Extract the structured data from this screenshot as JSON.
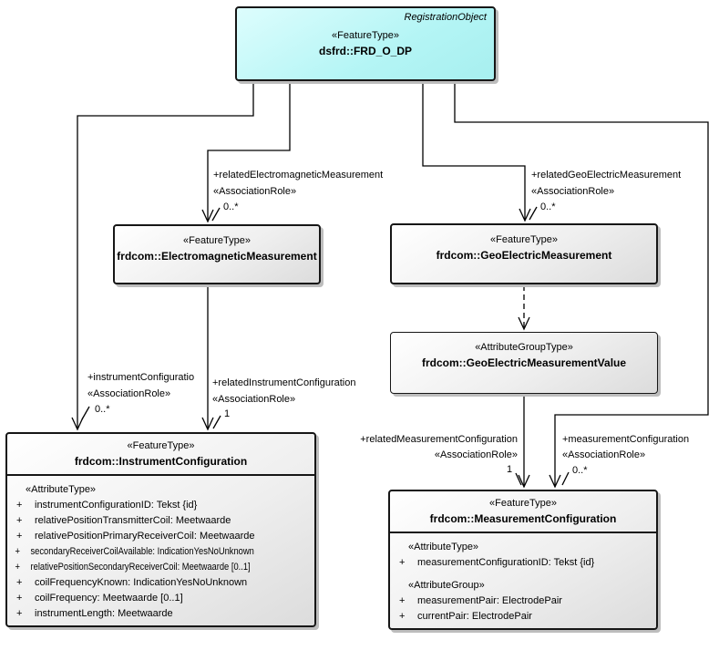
{
  "plus": "+",
  "colors": {
    "registration_fill": "#b4f5f5",
    "box_fill_gradient_end": "#dcdcdc",
    "border": "#161616",
    "shadow": "#bdbdbd"
  },
  "classes": {
    "frd_o_dp": {
      "annotation": "RegistrationObject",
      "stereotype": "«FeatureType»",
      "name": "dsfrd::FRD_O_DP"
    },
    "electromagnetic_measurement": {
      "stereotype": "«FeatureType»",
      "name": "frdcom::ElectromagneticMeasurement"
    },
    "geo_electric_measurement": {
      "stereotype": "«FeatureType»",
      "name": "frdcom::GeoElectricMeasurement"
    },
    "geo_electric_measurement_value": {
      "stereotype": "«AttributeGroupType»",
      "name": "frdcom::GeoElectricMeasurementValue"
    },
    "instrument_configuration": {
      "stereotype": "«FeatureType»",
      "name": "frdcom::InstrumentConfiguration",
      "section": "«AttributeType»",
      "attributes": [
        "instrumentConfigurationID: Tekst {id}",
        "relativePositionTransmitterCoil: Meetwaarde",
        "relativePositionPrimaryReceiverCoil: Meetwaarde",
        "secondaryReceiverCoilAvailable: IndicationYesNoUnknown",
        "relativePositionSecondaryReceiverCoil: Meetwaarde [0..1]",
        "coilFrequencyKnown: IndicationYesNoUnknown",
        "coilFrequency: Meetwaarde [0..1]",
        "instrumentLength: Meetwaarde"
      ]
    },
    "measurement_configuration": {
      "stereotype": "«FeatureType»",
      "name": "frdcom::MeasurementConfiguration",
      "attribute_type_section": "«AttributeType»",
      "attribute_type_items": [
        "measurementConfigurationID: Tekst {id}"
      ],
      "attribute_group_section": "«AttributeGroup»",
      "attribute_group_items": [
        "measurementPair: ElectrodePair",
        "currentPair: ElectrodePair"
      ]
    }
  },
  "associations": {
    "frd_to_instrument": {
      "role": "+instrumentConfiguratio",
      "stereotype": "«AssociationRole»",
      "multiplicity": "0..*"
    },
    "frd_to_electromagnetic": {
      "role": "+relatedElectromagneticMeasurement",
      "stereotype": "«AssociationRole»",
      "multiplicity": "0..*"
    },
    "frd_to_geoelectric": {
      "role": "+relatedGeoElectricMeasurement",
      "stereotype": "«AssociationRole»",
      "multiplicity": "0..*"
    },
    "frd_to_measurement": {
      "role": "+measurementConfiguration",
      "stereotype": "«AssociationRole»",
      "multiplicity": "0..*"
    },
    "em_to_instrument": {
      "role": "+relatedInstrumentConfiguration",
      "stereotype": "«AssociationRole»",
      "multiplicity": "1"
    },
    "value_to_measurement": {
      "role": "+relatedMeasurementConfiguration",
      "stereotype": "«AssociationRole»",
      "multiplicity": "1"
    }
  }
}
